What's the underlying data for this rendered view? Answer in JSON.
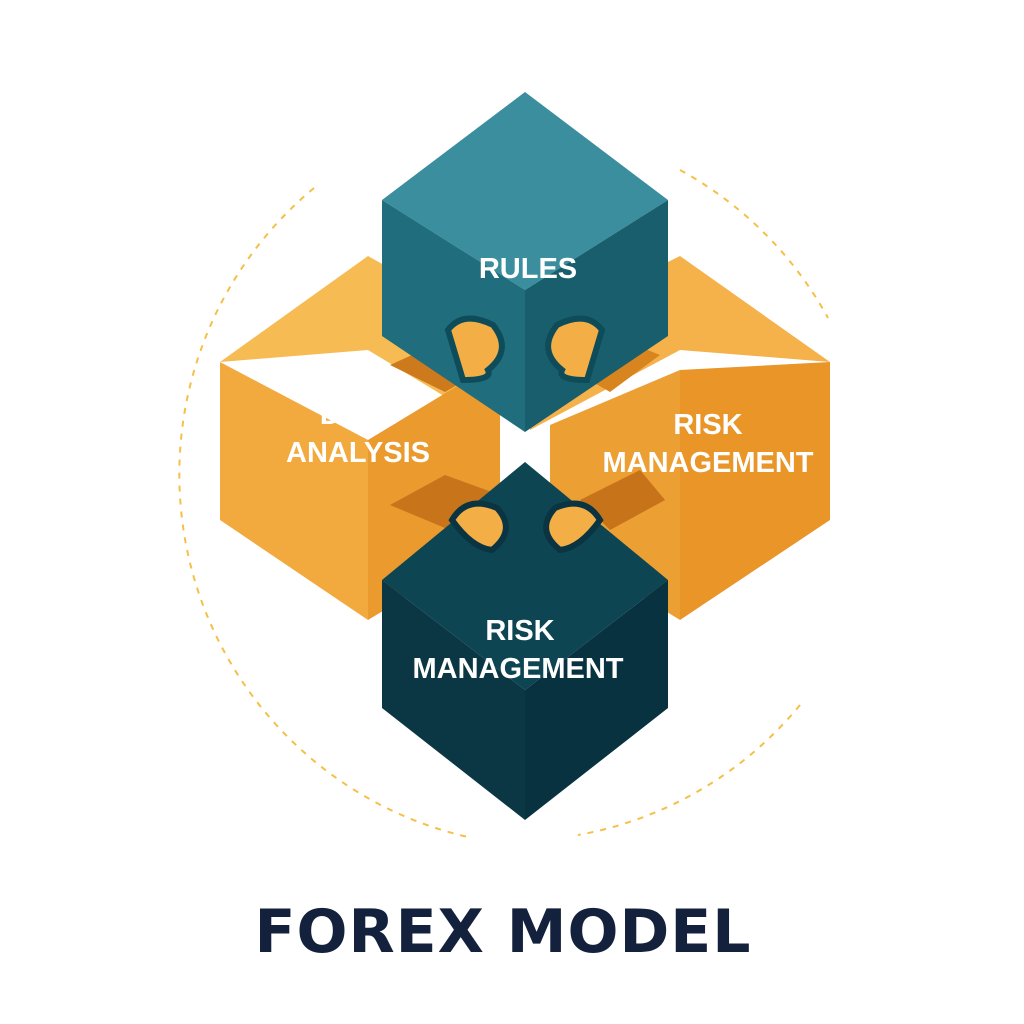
{
  "title": "FOREX MODEL",
  "blocks": {
    "top": {
      "line1": "RULES"
    },
    "left": {
      "line1": "DATA",
      "line2": "ANALYSIS"
    },
    "right": {
      "line1": "RISK",
      "line2": "MANAGEMENT"
    },
    "bottom": {
      "line1": "RISK",
      "line2": "MANAGEMENT"
    }
  },
  "colors": {
    "teal": "#2f8193",
    "dark_teal": "#0f3e4c",
    "amber": "#f2a93e",
    "ring": "#f4c047",
    "title": "#14213d"
  }
}
